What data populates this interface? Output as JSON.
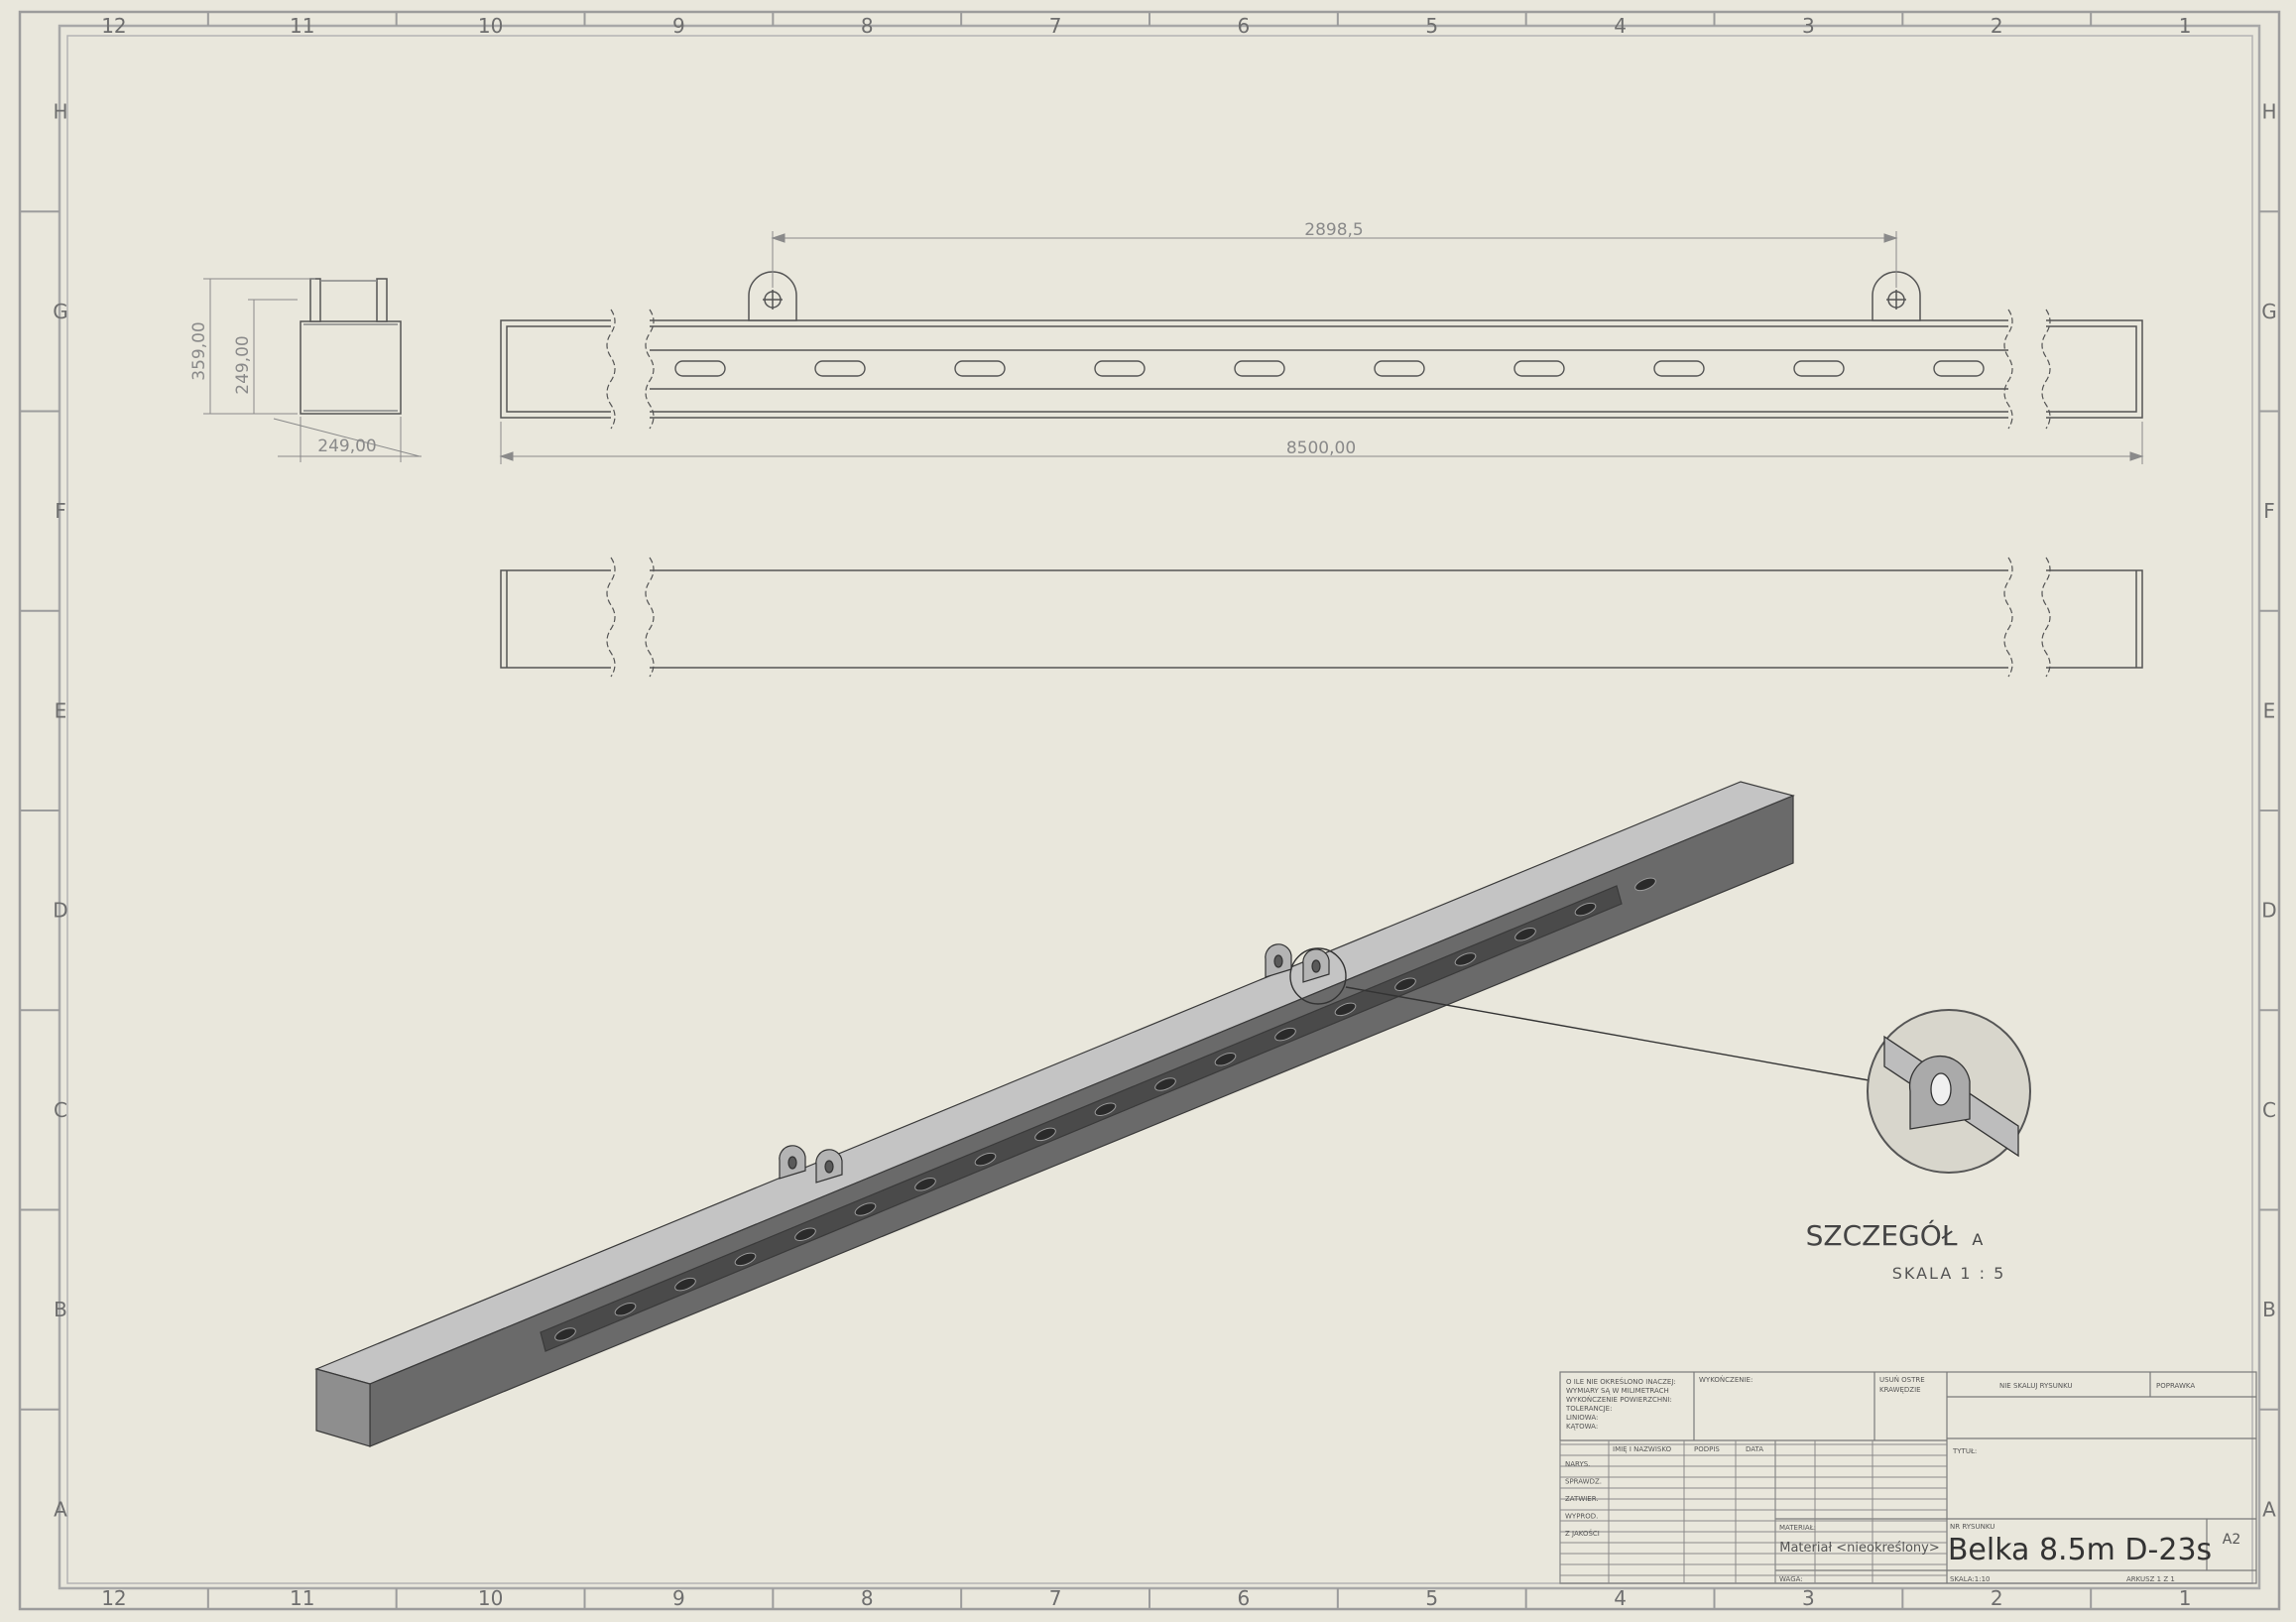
{
  "border": {
    "columns": [
      "12",
      "11",
      "10",
      "9",
      "8",
      "7",
      "6",
      "5",
      "4",
      "3",
      "2",
      "1"
    ],
    "rows": [
      "H",
      "G",
      "F",
      "E",
      "D",
      "C",
      "B",
      "A"
    ]
  },
  "dimensions": {
    "side_height_outer": "359,00",
    "side_height_inner": "249,00",
    "side_width": "249,00",
    "lug_spacing": "2898,5",
    "total_length": "8500,00"
  },
  "detail": {
    "title": "SZCZEGÓŁ",
    "letter": "A",
    "scale": "SKALA 1 : 5"
  },
  "title_block": {
    "notes": [
      "O ILE NIE OKREŚLONO INACZEJ:",
      "WYMIARY SĄ W MILIMETRACH",
      "WYKOŃCZENIE POWIERZCHNI:",
      "TOLERANCJE:",
      "LINIOWA:",
      "KĄTOWA:"
    ],
    "executed": "WYKOŃCZENIE:",
    "edges": [
      "USUŃ OSTRE",
      "KRAWĘDZIE"
    ],
    "no_scale": "NIE SKALUJ RYSUNKU",
    "revision": "POPRAWKA",
    "col_headers": [
      "IMIĘ I NAZWISKO",
      "PODPIS",
      "DATA"
    ],
    "row_labels": [
      "NARYS.",
      "SPRAWDZ.",
      "ZATWIER.",
      "WYPROD.",
      "Z JAKOŚCI"
    ],
    "title_label": "TYTUŁ:",
    "material_label": "MATERIAŁ:",
    "material_value": "Materiał <nieokreślony>",
    "weight_label": "WAGA:",
    "drawing_no_label": "NR RYSUNKU",
    "drawing_title": "Belka 8.5m D-23s",
    "size": "A2",
    "scale_label": "SKALA:1:10",
    "sheet_label": "ARKUSZ 1 Z 1"
  }
}
